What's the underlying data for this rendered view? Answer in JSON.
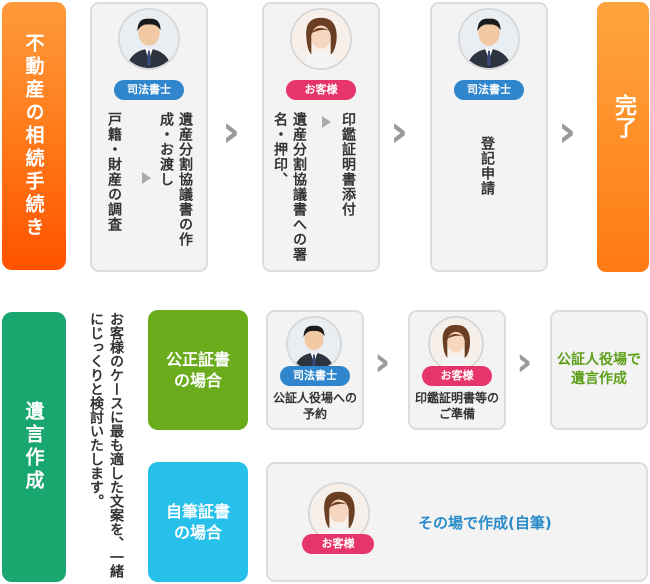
{
  "sections": {
    "real_estate_header": "不動産の相続手続き",
    "will_header": "遺言作成"
  },
  "flow": {
    "step1": {
      "badge": "司法書士",
      "col_right": "遺産分割協議書の作成・お渡し",
      "col_left": "戸籍・財産の調査"
    },
    "step2": {
      "badge": "お客様",
      "col_right": "印鑑証明書添付",
      "col_left": "遺産分割協議書への署名・押印、"
    },
    "step3": {
      "badge": "司法書士",
      "text": "登記申請"
    },
    "done": "完了"
  },
  "will": {
    "intro": "お客様のケースに最も適した文案を、一緒にじっくりと検討いたします。",
    "notary": {
      "label": "公正証書の場合",
      "step1_badge": "司法書士",
      "step1_text": "公証人役場への予約",
      "step2_badge": "お客様",
      "step2_text": "印鑑証明書等のご準備",
      "step3_text": "公証人役場で遺言作成"
    },
    "holographic": {
      "label": "自筆証書の場合",
      "badge": "お客様",
      "text": "その場で作成(自筆)"
    }
  },
  "icons": {
    "step_arrow": "chevron-right-icon",
    "inner_arrow": "triangle-right-icon",
    "scrivener": "man-avatar-icon",
    "customer": "woman-avatar-icon"
  },
  "colors": {
    "orange": "#ff7a1a",
    "green": "#1aa66f",
    "lime": "#6aac1c",
    "sky": "#27c0ea",
    "badge_blue": "#2f86cc",
    "badge_pink": "#e6356b"
  }
}
